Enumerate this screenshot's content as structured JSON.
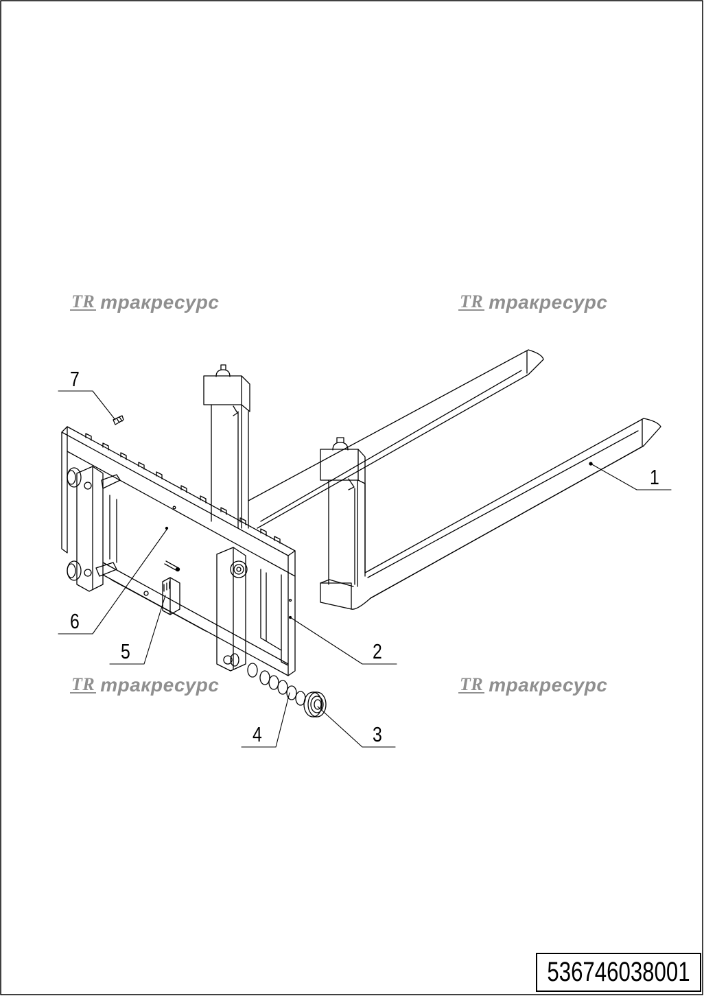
{
  "watermark": {
    "logo": "TR",
    "text": "тракресурс"
  },
  "callouts": {
    "c1": "1",
    "c2": "2",
    "c3": "3",
    "c4": "4",
    "c5": "5",
    "c6": "6",
    "c7": "7"
  },
  "document": {
    "number": "536746038001"
  },
  "colors": {
    "line": "#000000",
    "watermark": "#8f8f8f",
    "background": "#ffffff"
  }
}
